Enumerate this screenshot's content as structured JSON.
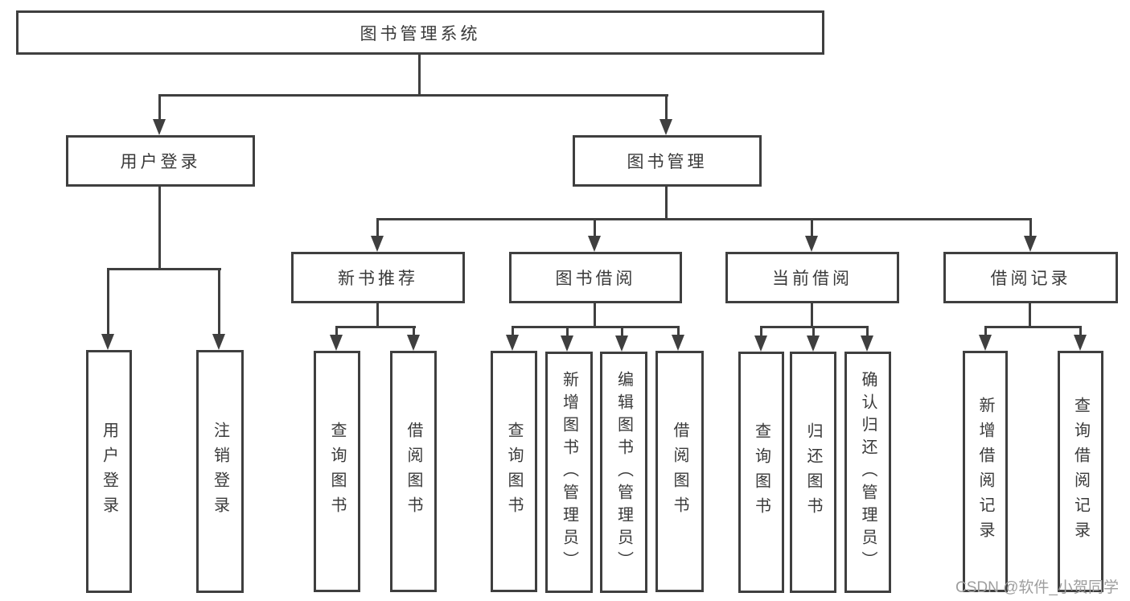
{
  "diagram": {
    "root": {
      "label": "图书管理系统"
    },
    "level2": {
      "user_login": {
        "label": "用户登录"
      },
      "book_mgmt": {
        "label": "图书管理"
      }
    },
    "level3": {
      "new_book_rec": {
        "label": "新书推荐"
      },
      "book_borrowing": {
        "label": "图书借阅"
      },
      "current_borrowing": {
        "label": "当前借阅"
      },
      "borrowing_records": {
        "label": "借阅记录"
      }
    },
    "leaves": {
      "ul_login": {
        "label": "用户登录"
      },
      "ul_logout": {
        "label": "注销登录"
      },
      "rec_query": {
        "label": "查询图书"
      },
      "rec_borrow": {
        "label": "借阅图书"
      },
      "bb_query": {
        "label": "查询图书"
      },
      "bb_add": {
        "label": "新增图书（管理员）"
      },
      "bb_edit": {
        "label": "编辑图书（管理员）"
      },
      "bb_borrow": {
        "label": "借阅图书"
      },
      "cb_query": {
        "label": "查询图书"
      },
      "cb_return": {
        "label": "归还图书"
      },
      "cb_confirm": {
        "label": "确认归还（管理员）"
      },
      "br_add": {
        "label": "新增借阅记录"
      },
      "br_query": {
        "label": "查询借阅记录"
      }
    },
    "watermark": "CSDN @软件_小贺同学",
    "colors": {
      "line": "#3f3f3f",
      "text": "#3a3a3a",
      "watermark": "#9e9e9e",
      "background": "#ffffff"
    }
  }
}
